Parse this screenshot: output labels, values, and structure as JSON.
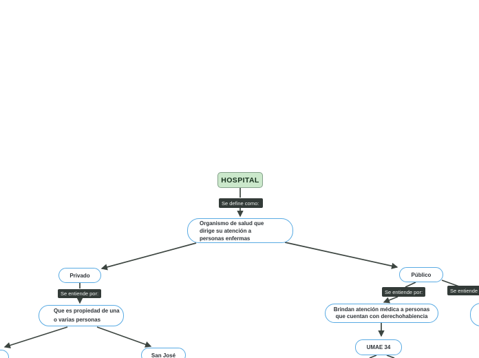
{
  "diagram": {
    "type": "concept-map",
    "colors": {
      "root_fill": "#cbe8cb",
      "root_border": "#84a18a",
      "node_border": "#58aae3",
      "node_fill": "#ffffff",
      "node_text": "#2e3338",
      "connector_label_bg": "#333b38",
      "connector_label_text": "#edf0ed",
      "arrow": "#3c4540",
      "background": "#ffffff"
    },
    "nodes": {
      "root": {
        "label": "HOSPITAL"
      },
      "definition": {
        "lines": [
          "Organismo de salud que",
          "dirige su atención a",
          "personas enfermas"
        ]
      },
      "privado": {
        "label": "Privado"
      },
      "privado_def": {
        "lines": [
          "Que es propiedad de una",
          "o varias personas"
        ]
      },
      "san_jose": {
        "label": "San José"
      },
      "publico": {
        "label": "Público"
      },
      "publico_def": {
        "lines": [
          "Brindan atención médica a personas",
          "que cuentan con derechohabiencia"
        ]
      },
      "umae": {
        "label": "UMAE 34"
      }
    },
    "connector_labels": {
      "define": "Se define como:",
      "privado": "Se entiende por:",
      "publico_left": "Se entiende por:",
      "publico_right": "Se entiende por:"
    }
  }
}
